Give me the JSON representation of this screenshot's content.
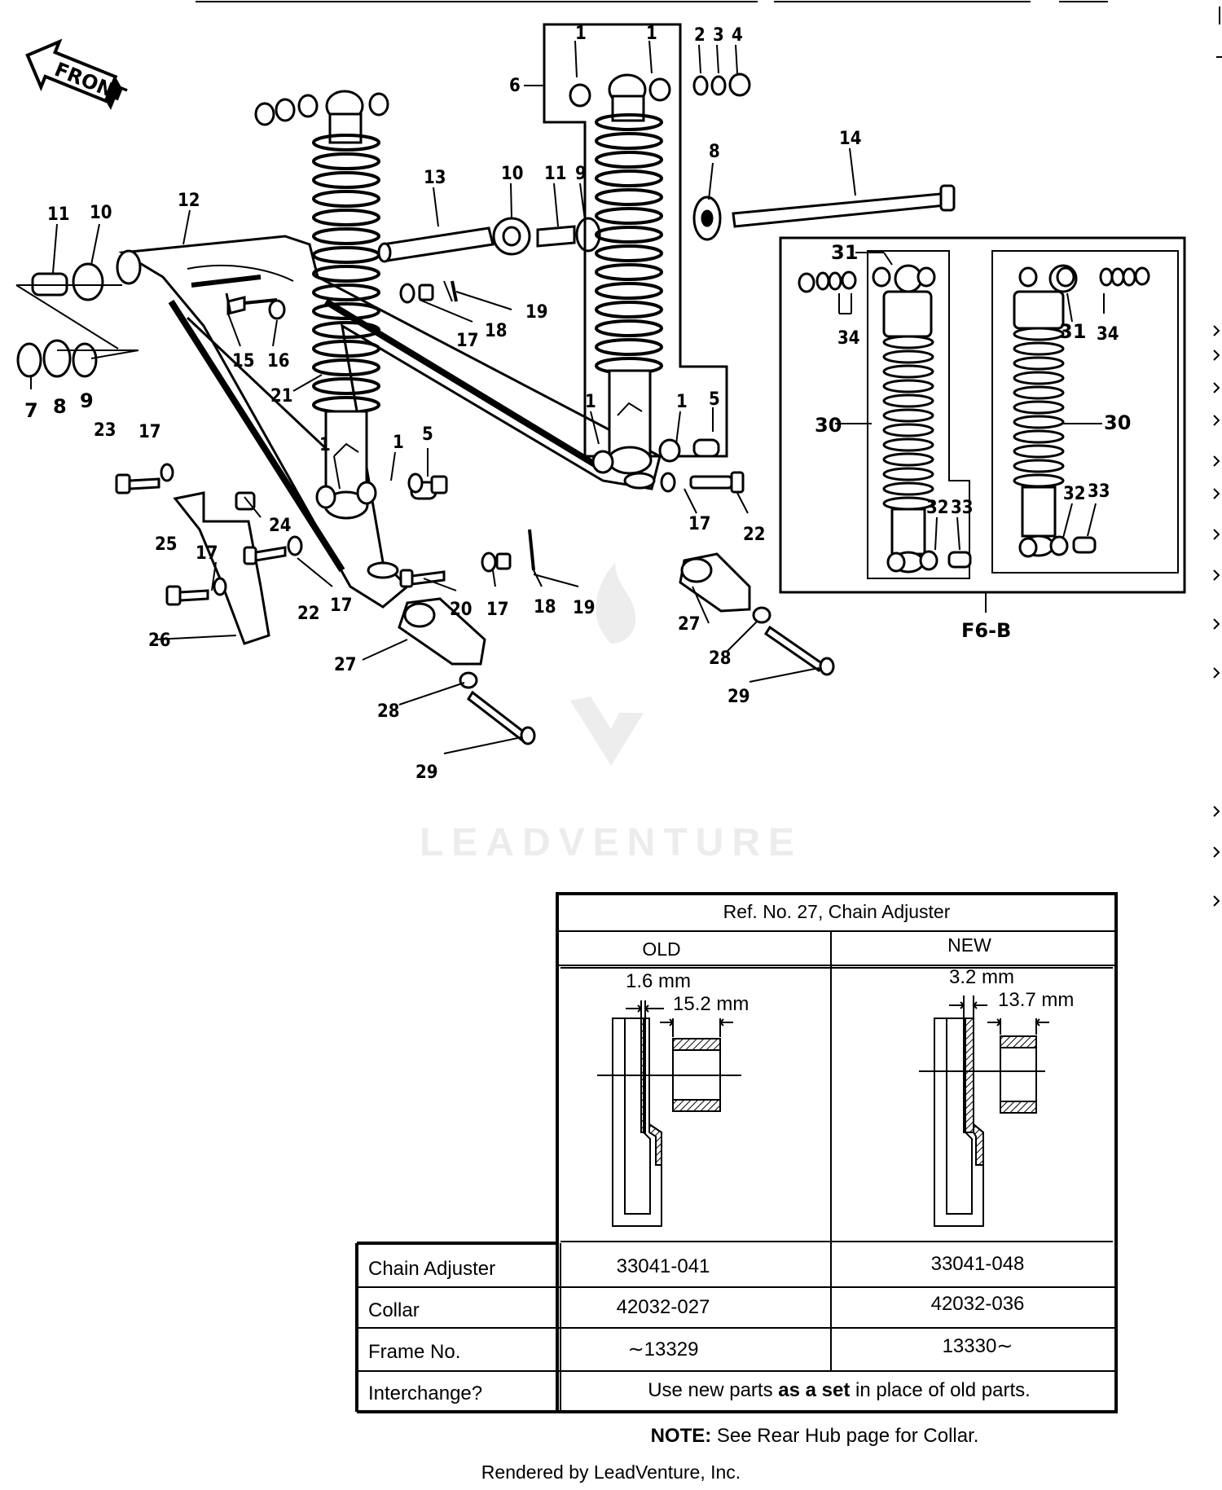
{
  "diagram": {
    "front_label": "FRONT",
    "callouts": {
      "c1a": "1",
      "c1b": "1",
      "c2": "2",
      "c3": "3",
      "c4": "4",
      "c6": "6",
      "c8r": "8",
      "c14": "14",
      "c13": "13",
      "c10r": "10",
      "c11r": "11",
      "c9r": "9",
      "c11l": "11",
      "c10l": "10",
      "c12": "12",
      "c31a": "31",
      "c34a": "34",
      "c31b": "31",
      "c34b": "34",
      "c17a": "17",
      "c18a": "18",
      "c19a": "19",
      "c15": "15",
      "c16": "16",
      "c21": "21",
      "c7": "7",
      "c8l": "8",
      "c9l": "9",
      "c23": "23",
      "c17b": "17",
      "c1c": "1",
      "c1d": "1",
      "c5a": "5",
      "c1e": "1",
      "c1f": "1",
      "c5b": "5",
      "c30a": "30",
      "c30b": "30",
      "c24": "24",
      "c32a": "32",
      "c33a": "33",
      "c32b": "32",
      "c33b": "33",
      "c17c": "17",
      "c22a": "22",
      "c25": "25",
      "c17d": "17",
      "c22b": "22",
      "c17e": "17",
      "c20": "20",
      "c17f": "17",
      "c18b": "18",
      "c19b": "19",
      "c27a": "27",
      "c28a": "28",
      "c26": "26",
      "c27b": "27",
      "c28b": "28",
      "c29a": "29",
      "c29b": "29",
      "f6b": "F6-B"
    }
  },
  "watermark": {
    "brand": "LEADVENTURE"
  },
  "table": {
    "title": "Ref. No. 27, Chain Adjuster",
    "col_old": "OLD",
    "col_new": "NEW",
    "old_dim_a": "1.6 mm",
    "old_dim_b": "15.2 mm",
    "new_dim_a": "3.2 mm",
    "new_dim_b": "13.7 mm",
    "rows": [
      {
        "label": "Chain Adjuster",
        "old": "33041-041",
        "new": "33041-048"
      },
      {
        "label": "Collar",
        "old": "42032-027",
        "new": "42032-036"
      },
      {
        "label": "Frame No.",
        "old": "∼13329",
        "new": "13330∼"
      }
    ],
    "interchange_label": "Interchange?",
    "interchange_pre": "Use new parts ",
    "interchange_bold": "as a set",
    "interchange_post": " in place of old parts."
  },
  "note": {
    "bold": "NOTE:",
    "text": " See Rear Hub  page for Collar."
  },
  "footer": {
    "rendered_by": "Rendered by LeadVenture, Inc."
  }
}
